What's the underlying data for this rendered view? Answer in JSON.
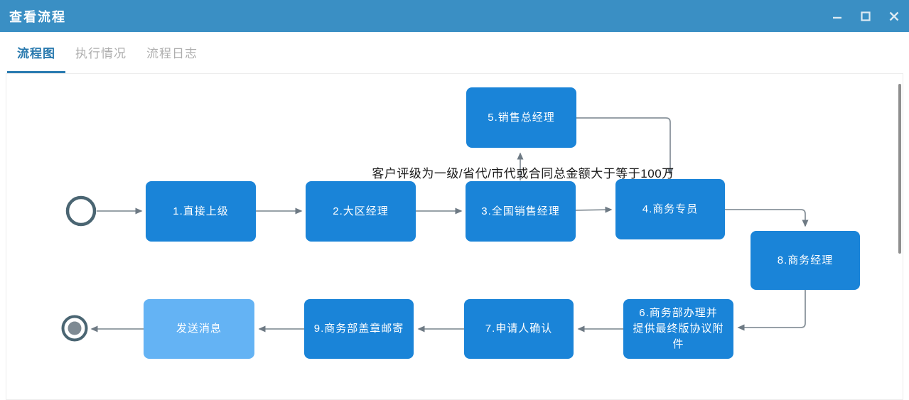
{
  "window": {
    "title": "查看流程",
    "controls": {
      "minimize": "minimize-icon",
      "maximize": "maximize-icon",
      "close": "close-icon"
    },
    "header_color": "#3a8fc4"
  },
  "tabs": {
    "items": [
      {
        "label": "流程图",
        "active": true
      },
      {
        "label": "执行情况",
        "active": false
      },
      {
        "label": "流程日志",
        "active": false
      }
    ]
  },
  "diagram": {
    "type": "workflow-flowchart",
    "condition_label": "客户评级为一级/省代/市代或合同总金额大于等于100万",
    "nodes": {
      "n1": {
        "label": "1.直接上级"
      },
      "n2": {
        "label": "2.大区经理"
      },
      "n3": {
        "label": "3.全国销售经理"
      },
      "n4": {
        "label": "4.商务专员"
      },
      "n5": {
        "label": "5.销售总经理"
      },
      "n6": {
        "label_lines": [
          "6.商务部办理并",
          "提供最终版协议附件"
        ]
      },
      "n7": {
        "label": "7.申请人确认"
      },
      "n8": {
        "label": "8.商务经理"
      },
      "n9": {
        "label": "9.商务部盖章邮寄"
      },
      "send": {
        "label": "发送消息"
      }
    },
    "flow_order": [
      "start",
      "1.直接上级",
      "2.大区经理",
      "3.全国销售经理",
      "5.销售总经理(条件分支)",
      "4.商务专员",
      "8.商务经理",
      "6.商务部办理并提供最终版协议附件",
      "7.申请人确认",
      "9.商务部盖章邮寄",
      "发送消息",
      "end"
    ],
    "colors": {
      "node": "#1a84d8",
      "node_light": "#64b3f4",
      "edge": "#8a949c",
      "arrowhead": "#6e7a84",
      "event_stroke": "#4a6572",
      "end_dot": "#7e8a93"
    }
  }
}
